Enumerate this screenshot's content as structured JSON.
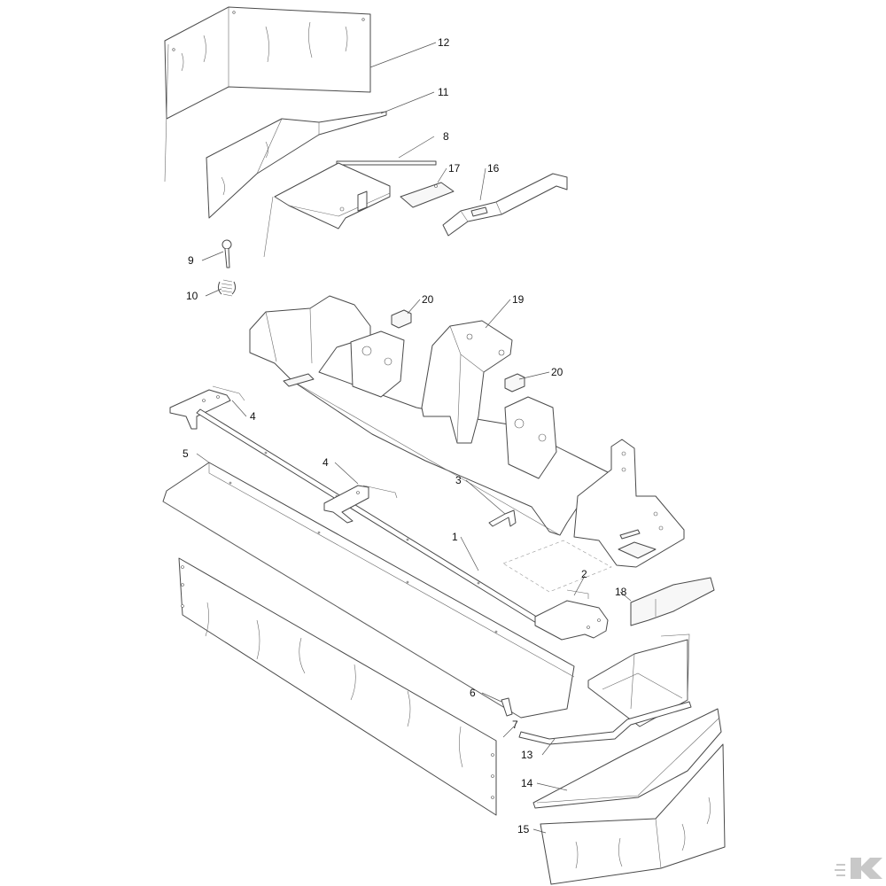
{
  "diagram": {
    "callouts": [
      {
        "id": "c12",
        "text": "12"
      },
      {
        "id": "c11",
        "text": "11"
      },
      {
        "id": "c8",
        "text": "8"
      },
      {
        "id": "c17",
        "text": "17"
      },
      {
        "id": "c16",
        "text": "16"
      },
      {
        "id": "c9",
        "text": "9"
      },
      {
        "id": "c10",
        "text": "10"
      },
      {
        "id": "c20a",
        "text": "20"
      },
      {
        "id": "c19",
        "text": "19"
      },
      {
        "id": "c20b",
        "text": "20"
      },
      {
        "id": "c4a",
        "text": "4"
      },
      {
        "id": "c5",
        "text": "5"
      },
      {
        "id": "c4b",
        "text": "4"
      },
      {
        "id": "c3",
        "text": "3"
      },
      {
        "id": "c1",
        "text": "1"
      },
      {
        "id": "c2",
        "text": "2"
      },
      {
        "id": "c18",
        "text": "18"
      },
      {
        "id": "c6",
        "text": "6"
      },
      {
        "id": "c7",
        "text": "7"
      },
      {
        "id": "c13",
        "text": "13"
      },
      {
        "id": "c14",
        "text": "14"
      },
      {
        "id": "c15",
        "text": "15"
      }
    ],
    "logo_icon": "kramp-k-logo-icon"
  }
}
